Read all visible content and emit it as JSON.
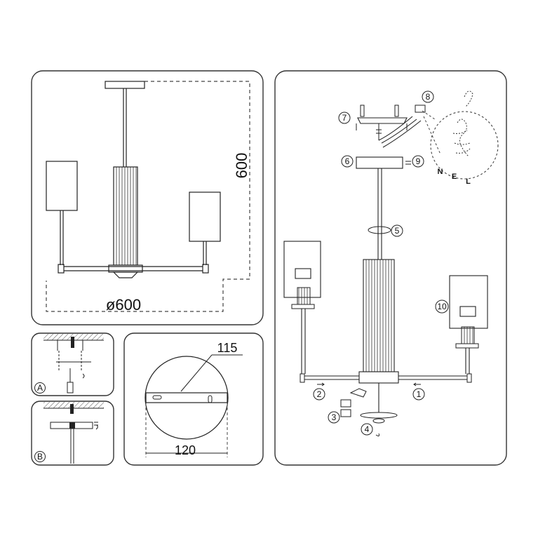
{
  "panels": {
    "dimensions": {
      "height_label": "600",
      "diameter_label": "ø600"
    },
    "install_a": {
      "label": "A"
    },
    "install_b": {
      "label": "B"
    },
    "canopy": {
      "top_label": "115",
      "bottom_label": "120"
    },
    "assembly": {
      "callouts": [
        "1",
        "2",
        "3",
        "4",
        "5",
        "6",
        "7",
        "8",
        "9",
        "10"
      ],
      "wire_letters": [
        "N",
        "E",
        "L"
      ]
    }
  },
  "colors": {
    "line": "#222222",
    "panel_border": "#333333",
    "hatch": "#555555",
    "dashed": "#444444"
  }
}
